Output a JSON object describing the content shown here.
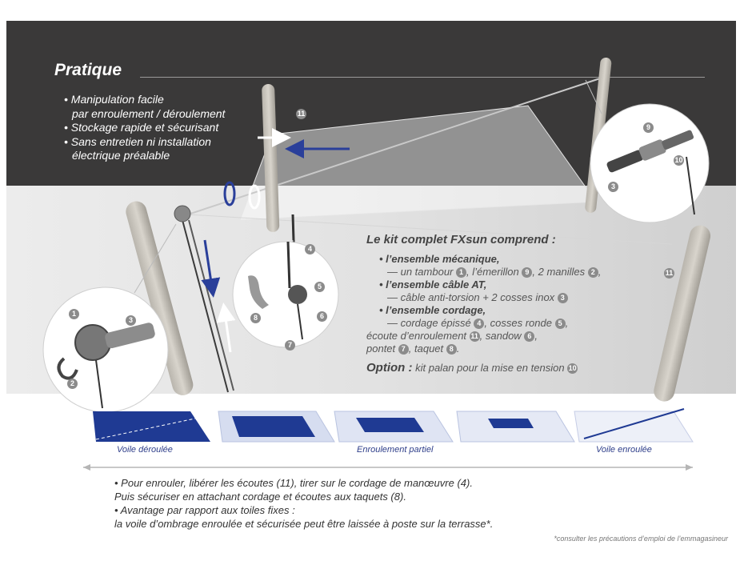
{
  "header": {
    "title": "Pratique",
    "features": [
      "• Manipulation facile",
      "par enroulement / déroulement",
      "• Stockage rapide et sécurisant",
      "• Sans entretien ni installation",
      "électrique préalable"
    ]
  },
  "badges": [
    "1",
    "2",
    "3",
    "4",
    "5",
    "6",
    "7",
    "8",
    "9",
    "10",
    "11"
  ],
  "kit": {
    "heading": "Le kit complet FXsun comprend :",
    "sec1": "• l’ensemble mécanique,",
    "l1a": "— un tambour",
    "l1b": ", l’émerillon",
    "l1c": ", 2 manilles",
    "l1d": ",",
    "sec2": "• l’ensemble câble AT,",
    "l2a": "— câble anti-torsion + 2 cosses inox",
    "sec3": "• l’ensemble cordage,",
    "l3a": "— cordage épissé",
    "l3b": ", cosses ronde",
    "l3c": ",",
    "l4a": "écoute d’enroulement",
    "l4b": ", sandow",
    "l4c": ",",
    "l5a": "pontet",
    "l5b": ", taquet",
    "l5c": ".",
    "option_label": "Option :",
    "option_text": "kit palan pour la mise en tension"
  },
  "stages": {
    "label_left": "Voile déroulée",
    "label_mid": "Enroulement partiel",
    "label_right": "Voile enroulée"
  },
  "notes": [
    "• Pour enrouler, libérer les écoutes (11), tirer sur le cordage de manœuvre (4).",
    "Puis sécuriser en attachant cordage et écoutes aux taquets (8).",
    "• Avantage par rapport aux toiles fixes :",
    "la voile d’ombrage enroulée et sécurisée peut être laissée à poste sur la terrasse*."
  ],
  "footnote": "*consulter les précautions d’emploi de l’emmagasineur",
  "colors": {
    "dark_panel": "#3a3939",
    "sail_blue": "#1f3a93",
    "arrow_blue": "#2a3f9a",
    "badge_grey": "#8b8b8b"
  }
}
